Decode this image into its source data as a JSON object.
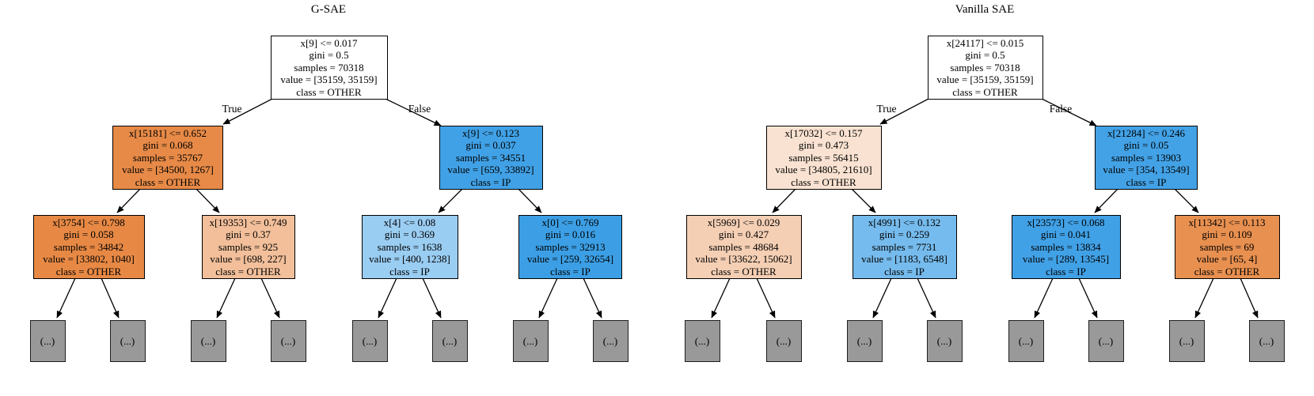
{
  "titles": {
    "left": "G-SAE",
    "right": "Vanilla SAE"
  },
  "edge_labels": {
    "true_label": "True",
    "false_label": "False"
  },
  "leaf_label": "(...)",
  "colors": {
    "background": "#ffffff",
    "leaf_fill": "#999999",
    "edge": "#000000",
    "class_other_base": "#e58139",
    "class_ip_base": "#399de5"
  },
  "trees": [
    {
      "name": "G-SAE",
      "nodes": [
        {
          "condition": "x[9] <= 0.017",
          "gini": "gini = 0.5",
          "samples": "samples = 70318",
          "value": "value = [35159, 35159]",
          "class": "class = OTHER",
          "color": "#ffffff"
        },
        {
          "condition": "x[15181] <= 0.652",
          "gini": "gini = 0.068",
          "samples": "samples = 35767",
          "value": "value = [34500, 1267]",
          "class": "class = OTHER",
          "color": "#e78a47"
        },
        {
          "condition": "x[9] <= 0.123",
          "gini": "gini = 0.037",
          "samples": "samples = 34551",
          "value": "value = [659, 33892]",
          "class": "class = IP",
          "color": "#41a1e6"
        },
        {
          "condition": "x[3754] <= 0.798",
          "gini": "gini = 0.058",
          "samples": "samples = 34842",
          "value": "value = [33802, 1040]",
          "class": "class = OTHER",
          "color": "#e78945"
        },
        {
          "condition": "x[19353] <= 0.749",
          "gini": "gini = 0.37",
          "samples": "samples = 925",
          "value": "value = [698, 227]",
          "class": "class = OTHER",
          "color": "#f2bf9a"
        },
        {
          "condition": "x[4] <= 0.08",
          "gini": "gini = 0.369",
          "samples": "samples = 1638",
          "value": "value = [400, 1238]",
          "class": "class = IP",
          "color": "#9acdf2"
        },
        {
          "condition": "x[0] <= 0.769",
          "gini": "gini = 0.016",
          "samples": "samples = 32913",
          "value": "value = [259, 32654]",
          "class": "class = IP",
          "color": "#3c9fe5"
        }
      ]
    },
    {
      "name": "Vanilla SAE",
      "nodes": [
        {
          "condition": "x[24117] <= 0.015",
          "gini": "gini = 0.5",
          "samples": "samples = 70318",
          "value": "value = [35159, 35159]",
          "class": "class = OTHER",
          "color": "#ffffff"
        },
        {
          "condition": "x[17032] <= 0.157",
          "gini": "gini = 0.473",
          "samples": "samples = 56415",
          "value": "value = [34805, 21610]",
          "class": "class = OTHER",
          "color": "#f9e2d1"
        },
        {
          "condition": "x[21284] <= 0.246",
          "gini": "gini = 0.05",
          "samples": "samples = 13903",
          "value": "value = [354, 13549]",
          "class": "class = IP",
          "color": "#43a2e6"
        },
        {
          "condition": "x[5969] <= 0.029",
          "gini": "gini = 0.427",
          "samples": "samples = 48684",
          "value": "value = [33622, 15062]",
          "class": "class = OTHER",
          "color": "#f5cfb4"
        },
        {
          "condition": "x[4991] <= 0.132",
          "gini": "gini = 0.259",
          "samples": "samples = 7731",
          "value": "value = [1183, 6548]",
          "class": "class = IP",
          "color": "#76bbed"
        },
        {
          "condition": "x[23573] <= 0.068",
          "gini": "gini = 0.041",
          "samples": "samples = 13834",
          "value": "value = [289, 13545]",
          "class": "class = IP",
          "color": "#41a1e6"
        },
        {
          "condition": "x[11342] <= 0.113",
          "gini": "gini = 0.109",
          "samples": "samples = 69",
          "value": "value = [65, 4]",
          "class": "class = OTHER",
          "color": "#e89050"
        }
      ]
    }
  ]
}
